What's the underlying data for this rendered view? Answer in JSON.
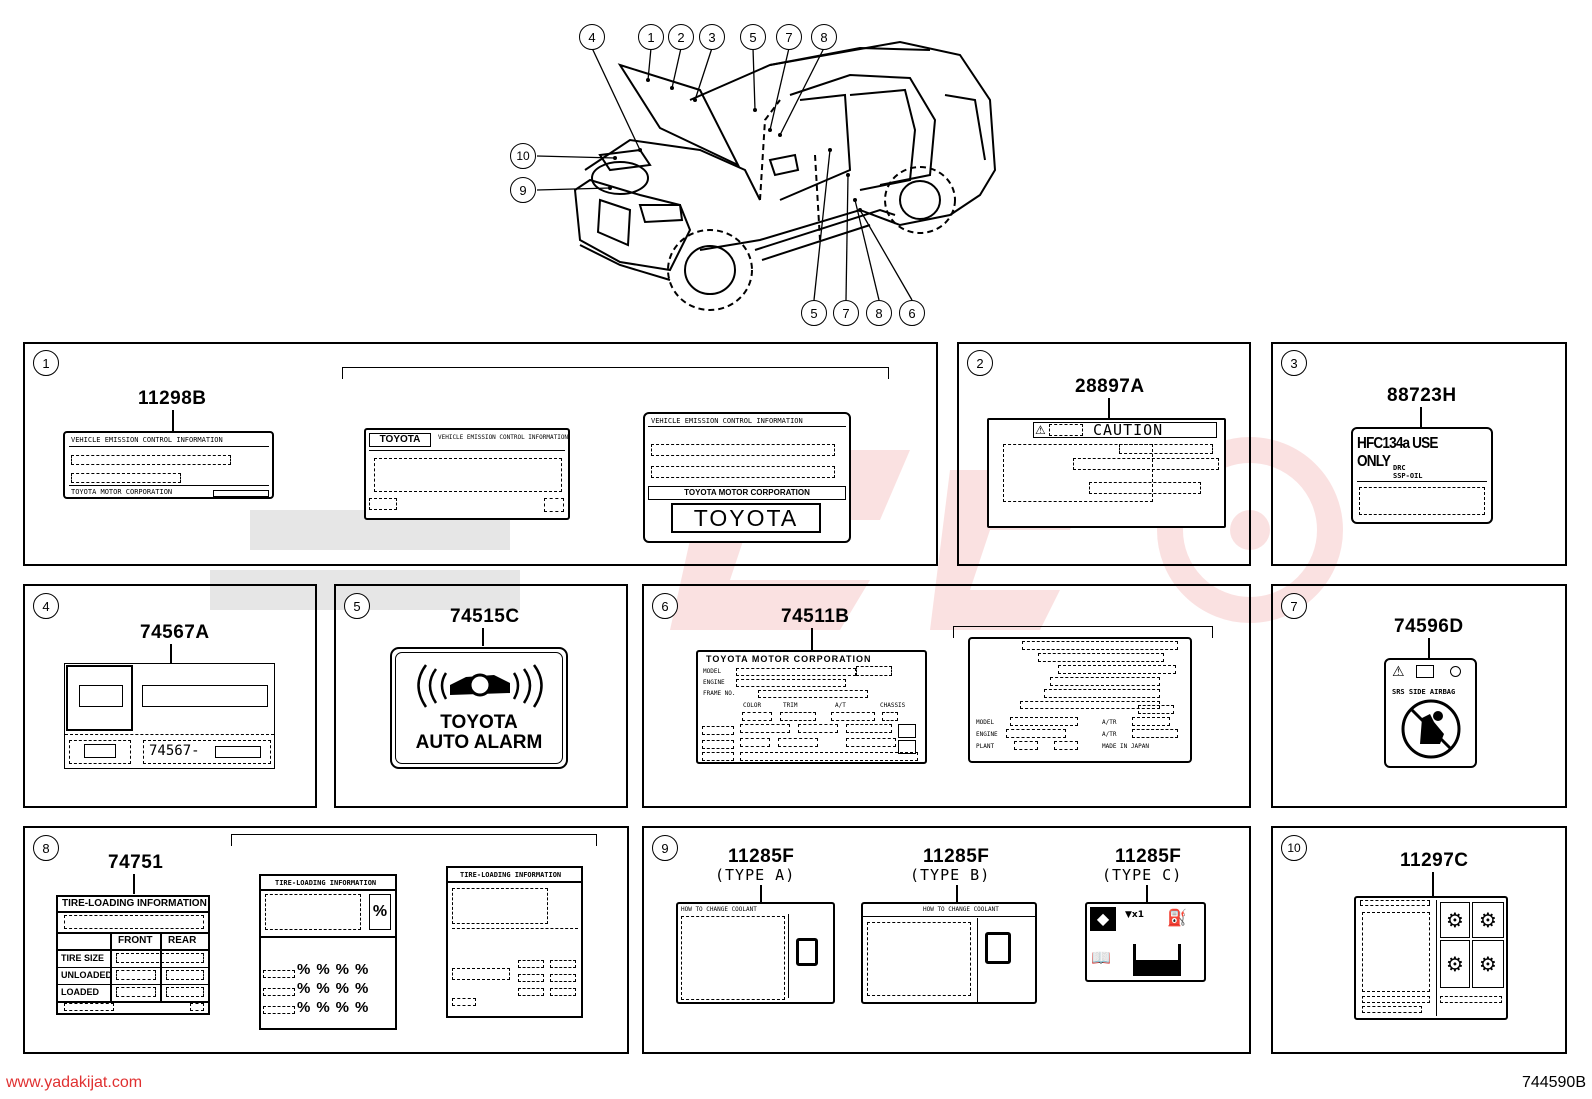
{
  "callouts": [
    "1",
    "2",
    "3",
    "4",
    "5",
    "6",
    "7",
    "8",
    "9",
    "10"
  ],
  "panels": {
    "p1": {
      "num": "1",
      "part": "11298B",
      "a": {
        "line1": "VEHICLE EMISSION CONTROL INFORMATION",
        "line2": "TOYOTA MOTOR CORPORATION"
      },
      "b": {
        "brand": "TOYOTA",
        "line1": "VEHICLE EMISSION CONTROL INFORMATION"
      },
      "c": {
        "line1": "VEHICLE EMISSION CONTROL INFORMATION",
        "line2": "TOYOTA MOTOR CORPORATION",
        "brand": "TOYOTA"
      }
    },
    "p2": {
      "num": "2",
      "part": "28897A",
      "caution": "CAUTION"
    },
    "p3": {
      "num": "3",
      "part": "88723H",
      "text": "HFC134a USE ONLY",
      "small1": "DRC",
      "small2": "SSP-OIL"
    },
    "p4": {
      "num": "4",
      "part": "74567A",
      "code": "74567-"
    },
    "p5": {
      "num": "5",
      "part": "74515C",
      "line1": "TOYOTA",
      "line2": "AUTO ALARM"
    },
    "p6": {
      "num": "6",
      "part": "74511B",
      "header": "TOYOTA MOTOR CORPORATION",
      "fields": [
        "MODEL",
        "ENGINE",
        "FRAME NO."
      ],
      "cols": [
        "COLOR",
        "TRIM",
        "A/T",
        "CHASSIS"
      ],
      "b_fields": [
        "MODEL",
        "ENGINE",
        "PLANT"
      ],
      "b_right": [
        "A/TR",
        "A/TR",
        "MADE IN JAPAN"
      ]
    },
    "p7": {
      "num": "7",
      "part": "74596D",
      "text": "SRS SIDE AIRBAG"
    },
    "p8": {
      "num": "8",
      "part": "74751",
      "title": "TIRE-LOADING INFORMATION",
      "front": "FRONT",
      "rear": "REAR",
      "rows": [
        "TIRE SIZE",
        "UNLOADED",
        "LOADED"
      ]
    },
    "p9": {
      "num": "9",
      "a": {
        "part": "11285F",
        "type": "(TYPE A)",
        "line": "HOW TO CHANGE COOLANT"
      },
      "b": {
        "part": "11285F",
        "type": "(TYPE B)",
        "line": "HOW TO CHANGE COOLANT"
      },
      "c": {
        "part": "11285F",
        "type": "(TYPE C)"
      }
    },
    "p10": {
      "num": "10",
      "part": "11297C"
    }
  },
  "footer": {
    "url": "www.yadakijat.com",
    "code": "744590B"
  }
}
